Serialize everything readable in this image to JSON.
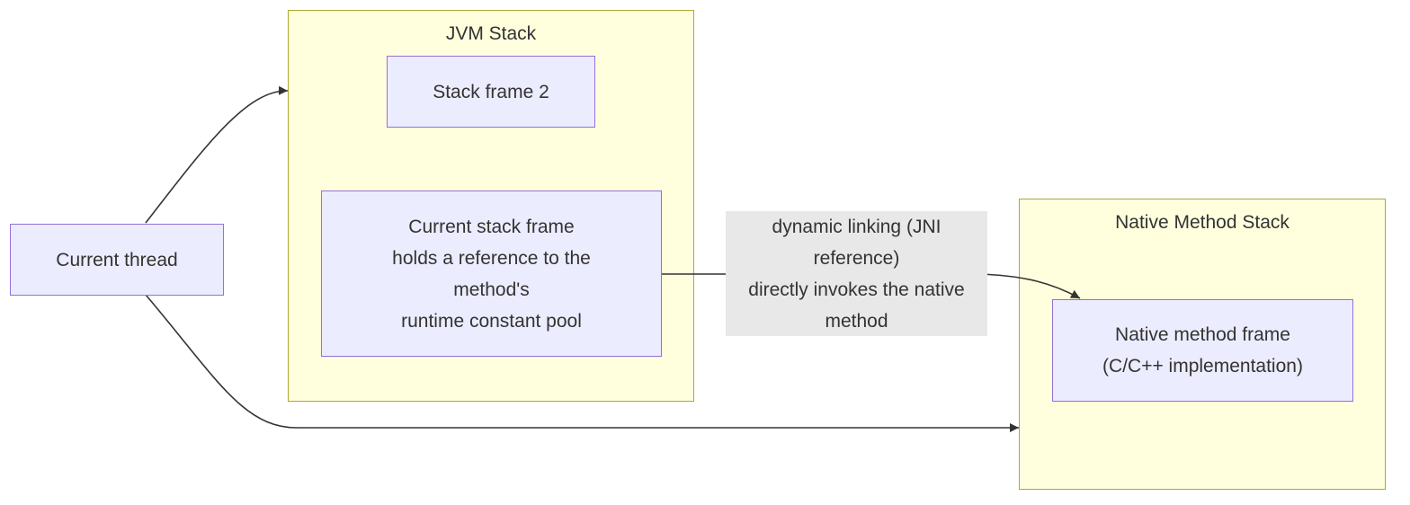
{
  "clusters": {
    "jvm_stack": {
      "title": "JVM Stack"
    },
    "native_stack": {
      "title": "Native Method Stack"
    }
  },
  "nodes": {
    "current_thread": {
      "lines": [
        "Current thread"
      ]
    },
    "stack_frame_2": {
      "lines": [
        "Stack frame 2"
      ]
    },
    "current_stack_frame": {
      "lines": [
        "Current stack frame",
        "holds a reference to the",
        "method's",
        "runtime constant pool"
      ]
    },
    "native_method_frame": {
      "lines": [
        "Native method frame",
        "(C/C++ implementation)"
      ]
    }
  },
  "edge_labels": {
    "dynamic_linking": {
      "lines": [
        "dynamic linking (JNI",
        "reference)",
        "directly invokes the native",
        "method"
      ]
    }
  },
  "colors": {
    "cluster_fill": "#ffffde",
    "cluster_border": "#aaaa33",
    "node_fill": "#ececff",
    "node_border": "#9370db",
    "edge_label_fill": "#e8e8e8",
    "edge_stroke": "#333333"
  }
}
